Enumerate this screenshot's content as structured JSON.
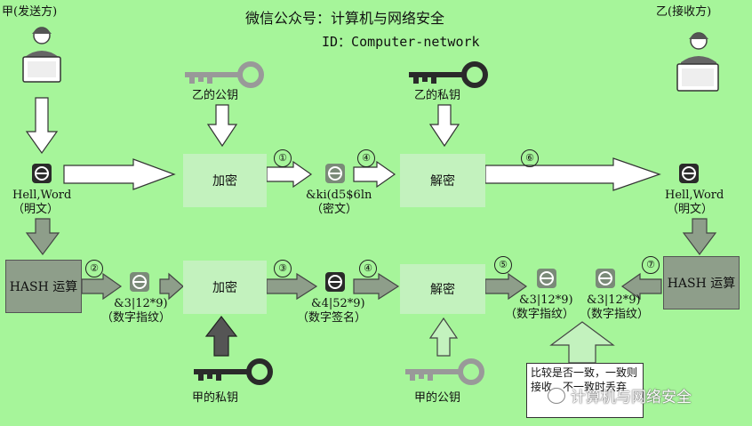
{
  "header": {
    "title": "微信公众号：计算机与网络安全",
    "id_line": "ID：Computer-network"
  },
  "parties": {
    "sender": "甲(发送方)",
    "receiver": "乙(接收方)"
  },
  "keys": {
    "b_public": "乙的公钥",
    "b_private": "乙的私钥",
    "a_private": "甲的私钥",
    "a_public": "甲的公钥"
  },
  "boxes": {
    "encrypt_top": "加密",
    "decrypt_top": "解密",
    "encrypt_bottom": "加密",
    "decrypt_bottom": "解密",
    "hash_left": "HASH 运算",
    "hash_right": "HASH 运算"
  },
  "messages": {
    "plaintext_left": "Hell,Word",
    "plaintext_left_caption": "（明文）",
    "ciphertext": "&ki(d5$6ln",
    "ciphertext_caption": "（密文）",
    "plaintext_right": "Hell,Word",
    "plaintext_right_caption": "（明文）",
    "digest_1": "&3|12*9)",
    "digest_1_caption": "（数字指纹）",
    "signature": "&4|52*9)",
    "signature_caption": "（数字签名）",
    "digest_5": "&3|12*9)",
    "digest_5_caption": "（数字指纹）",
    "digest_7": "&3|12*9)",
    "digest_7_caption": "（数字指纹）"
  },
  "steps": {
    "s1": "①",
    "s2": "②",
    "s3": "③",
    "s4a": "④",
    "s4b": "④",
    "s5": "⑤",
    "s6": "⑥",
    "s7": "⑦"
  },
  "compare_note": "比较是否一致，一致则接收，不一致时丢弃",
  "watermark": "计算机与网络安全",
  "colors": {
    "background": "#a6f59a",
    "box_light": "#c3f2be",
    "box_dark": "#8e9e8a"
  }
}
